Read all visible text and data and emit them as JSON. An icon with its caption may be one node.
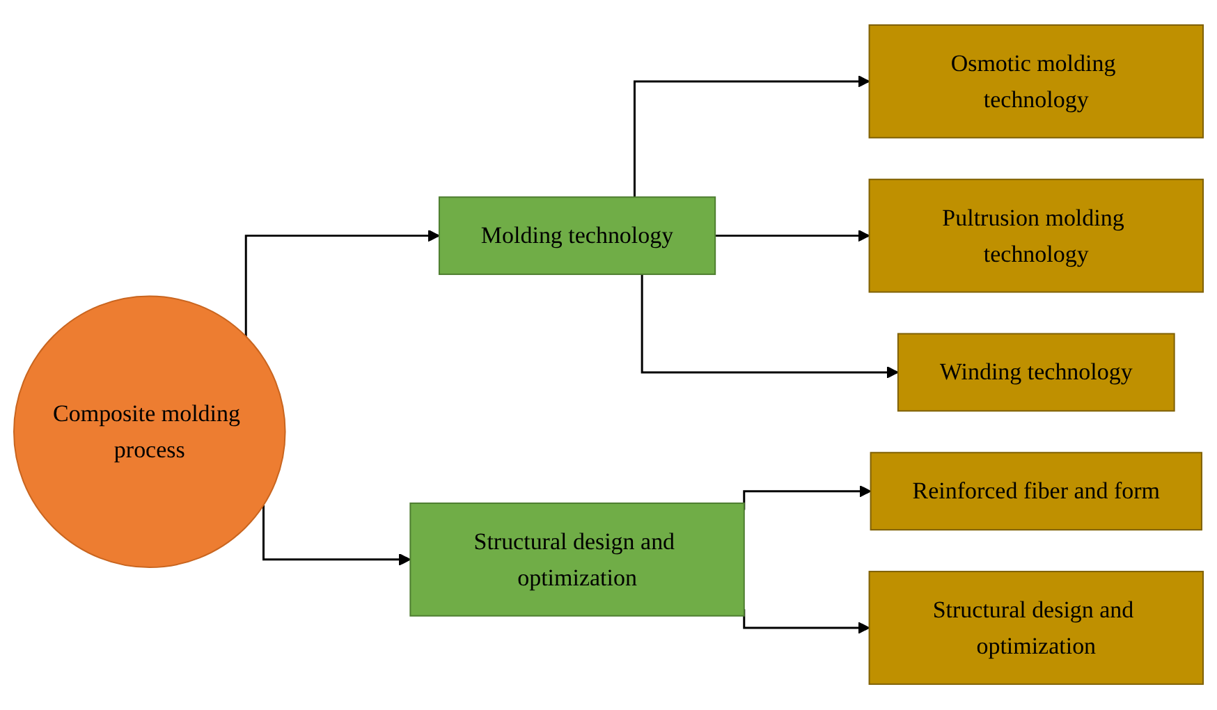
{
  "diagram": {
    "nodes": [
      {
        "text": [
          "Composite molding process"
        ]
      },
      {
        "text": [
          "Molding technology"
        ]
      },
      {
        "text": [
          "Structural design and optimization"
        ]
      },
      {
        "text": [
          "Osmotic molding technology"
        ]
      },
      {
        "text": [
          "Pultrusion molding technology"
        ]
      },
      {
        "text": [
          "Winding technology"
        ]
      },
      {
        "text": [
          "Reinforced fiber and form"
        ]
      },
      {
        "text": [
          "Structural design and optimization"
        ]
      }
    ],
    "edges": [
      {
        "from": 0,
        "to": 1,
        "arrow": "to"
      },
      {
        "from": 0,
        "to": 2,
        "arrow": "to"
      },
      {
        "from": 1,
        "to": 3,
        "arrow": "to"
      },
      {
        "from": 1,
        "to": 4,
        "arrow": "to"
      },
      {
        "from": 1,
        "to": 5,
        "arrow": "to"
      },
      {
        "from": 2,
        "to": 6,
        "arrow": "to"
      },
      {
        "from": 2,
        "to": 7,
        "arrow": "to"
      }
    ]
  }
}
